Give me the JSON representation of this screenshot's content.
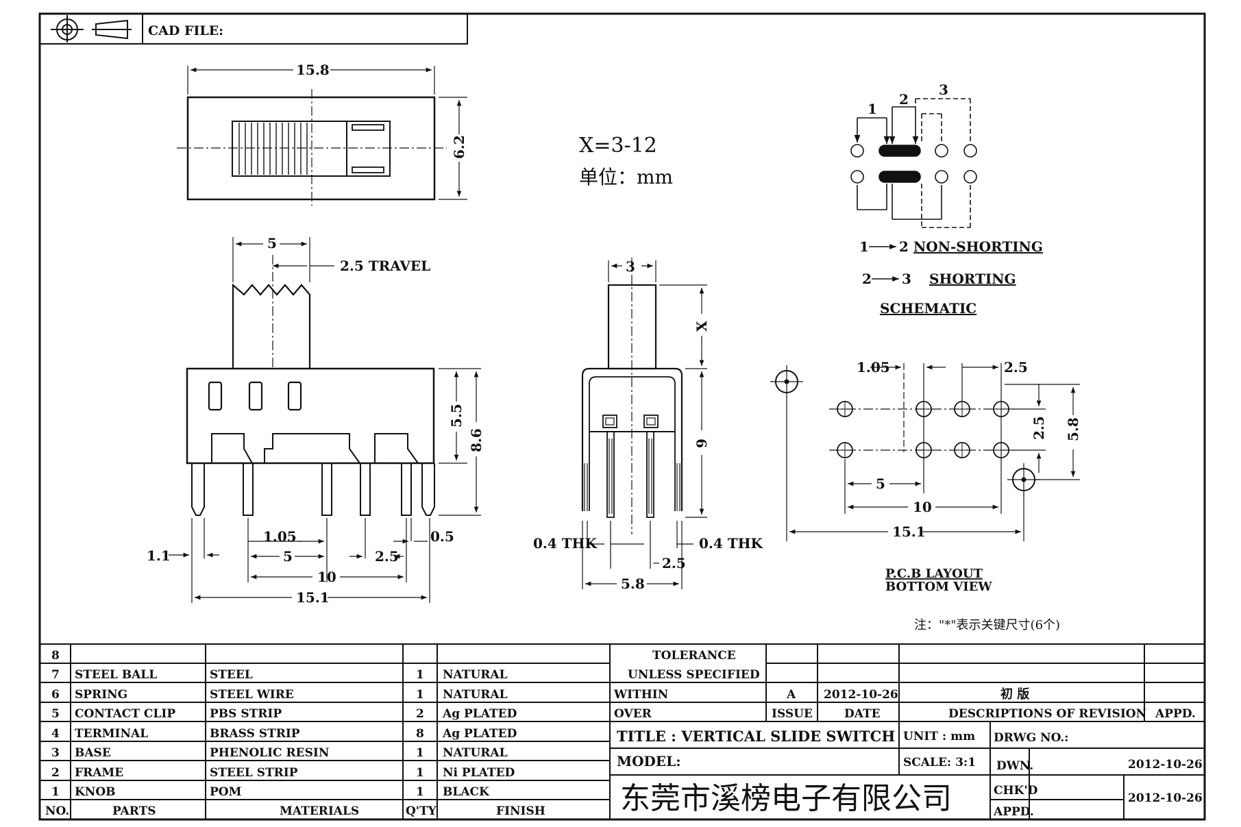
{
  "header": {
    "cad_file_label": "CAD FILE:"
  },
  "views": {
    "top": {
      "width_dim": "15.8",
      "height_dim": "6.2"
    },
    "side": {
      "knob_dim": "5",
      "travel_label": "2.5 TRAVEL",
      "dim_5_5": "5.5",
      "dim_8_6": "8.6",
      "dim_1_05": "1.05",
      "dim_5": "5",
      "dim_2_5": "2.5",
      "dim_0_5": "0.5",
      "dim_1_1": "1.1",
      "dim_10": "10",
      "dim_15_1": "15.1"
    },
    "end": {
      "dim_3": "3",
      "dim_x": "X",
      "dim_9": "9",
      "thk_left": "0.4 THK",
      "thk_right": "0.4 THK",
      "dim_2_5": "2.5",
      "dim_5_8": "5.8"
    },
    "notes": {
      "x_range": "X=3-12",
      "unit": "单位：mm"
    },
    "schematic": {
      "pin_labels": [
        "1",
        "2",
        "3"
      ],
      "line1_from": "1",
      "line1_to": "2",
      "line1_text": "NON-SHORTING",
      "line2_from": "2",
      "line2_to": "3",
      "line2_text": "SHORTING",
      "title": "SCHEMATIC"
    },
    "pcb": {
      "dim_1_05": "1.05",
      "dim_2_5_top": "2.5",
      "dim_2_5_side": "2.5",
      "dim_5_8": "5.8",
      "dim_5": "5",
      "dim_10": "10",
      "dim_15_1": "15.1",
      "title_line1": "P.C.B LAYOUT",
      "title_line2": "BOTTOM VIEW"
    },
    "footnote": "注：\"*\"表示关键尺寸(6个)"
  },
  "bom": {
    "rows": [
      {
        "no": "8",
        "part": "",
        "material": "",
        "qty": "",
        "finish": ""
      },
      {
        "no": "7",
        "part": "STEEL BALL",
        "material": "STEEL",
        "qty": "1",
        "finish": "NATURAL"
      },
      {
        "no": "6",
        "part": "SPRING",
        "material": "STEEL WIRE",
        "qty": "1",
        "finish": "NATURAL"
      },
      {
        "no": "5",
        "part": "CONTACT CLIP",
        "material": "PBS STRIP",
        "qty": "2",
        "finish": "Ag PLATED"
      },
      {
        "no": "4",
        "part": "TERMINAL",
        "material": "BRASS STRIP",
        "qty": "8",
        "finish": "Ag PLATED"
      },
      {
        "no": "3",
        "part": "BASE",
        "material": "PHENOLIC RESIN",
        "qty": "1",
        "finish": "NATURAL"
      },
      {
        "no": "2",
        "part": "FRAME",
        "material": "STEEL STRIP",
        "qty": "1",
        "finish": "Ni PLATED"
      },
      {
        "no": "1",
        "part": "KNOB",
        "material": "POM",
        "qty": "1",
        "finish": "BLACK"
      }
    ],
    "headers": {
      "no": "NO.",
      "parts": "PARTS",
      "materials": "MATERIALS",
      "qty": "Q'TY",
      "finish": "FINISH"
    }
  },
  "title_block": {
    "tolerance": "TOLERANCE",
    "unless": "UNLESS SPECIFIED",
    "within": "WITHIN",
    "over": "OVER",
    "rev_issue": "A",
    "rev_date": "2012-10-26",
    "rev_desc": "初 版",
    "issue_label": "ISSUE",
    "date_label": "DATE",
    "desc_label": "DESCRIPTIONS OF REVISION",
    "appd_label": "APPD.",
    "title": "TITLE : VERTICAL SLIDE SWITCH",
    "unit": "UNIT : mm",
    "scale": "SCALE: 3:1",
    "drwg_no": "DRWG NO.:",
    "model": "MODEL:",
    "dwn_label": "DWN.",
    "dwn_date": "2012-10-26",
    "chkd_label": "CHK'D",
    "chkd_date": "2012-10-26",
    "appd2_label": "APPD.",
    "company": "东莞市溪榜电子有限公司"
  }
}
